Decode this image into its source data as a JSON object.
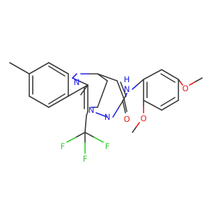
{
  "colors": {
    "carbon": "#3a3a3a",
    "nitrogen": "#1f1fe6",
    "oxygen": "#e61f1f",
    "fluorine": "#33cc33",
    "background": "#ffffff"
  },
  "atoms": {
    "n4": "N",
    "n_amide": "N",
    "h_amide": "H",
    "n_pyrazole": "N",
    "n_bridge": "N",
    "o_carbonyl": "O",
    "o_methoxy_top": "O",
    "o_methoxy_bottom": "O",
    "f_left": "F",
    "f_right": "F",
    "f_bottom": "F"
  }
}
